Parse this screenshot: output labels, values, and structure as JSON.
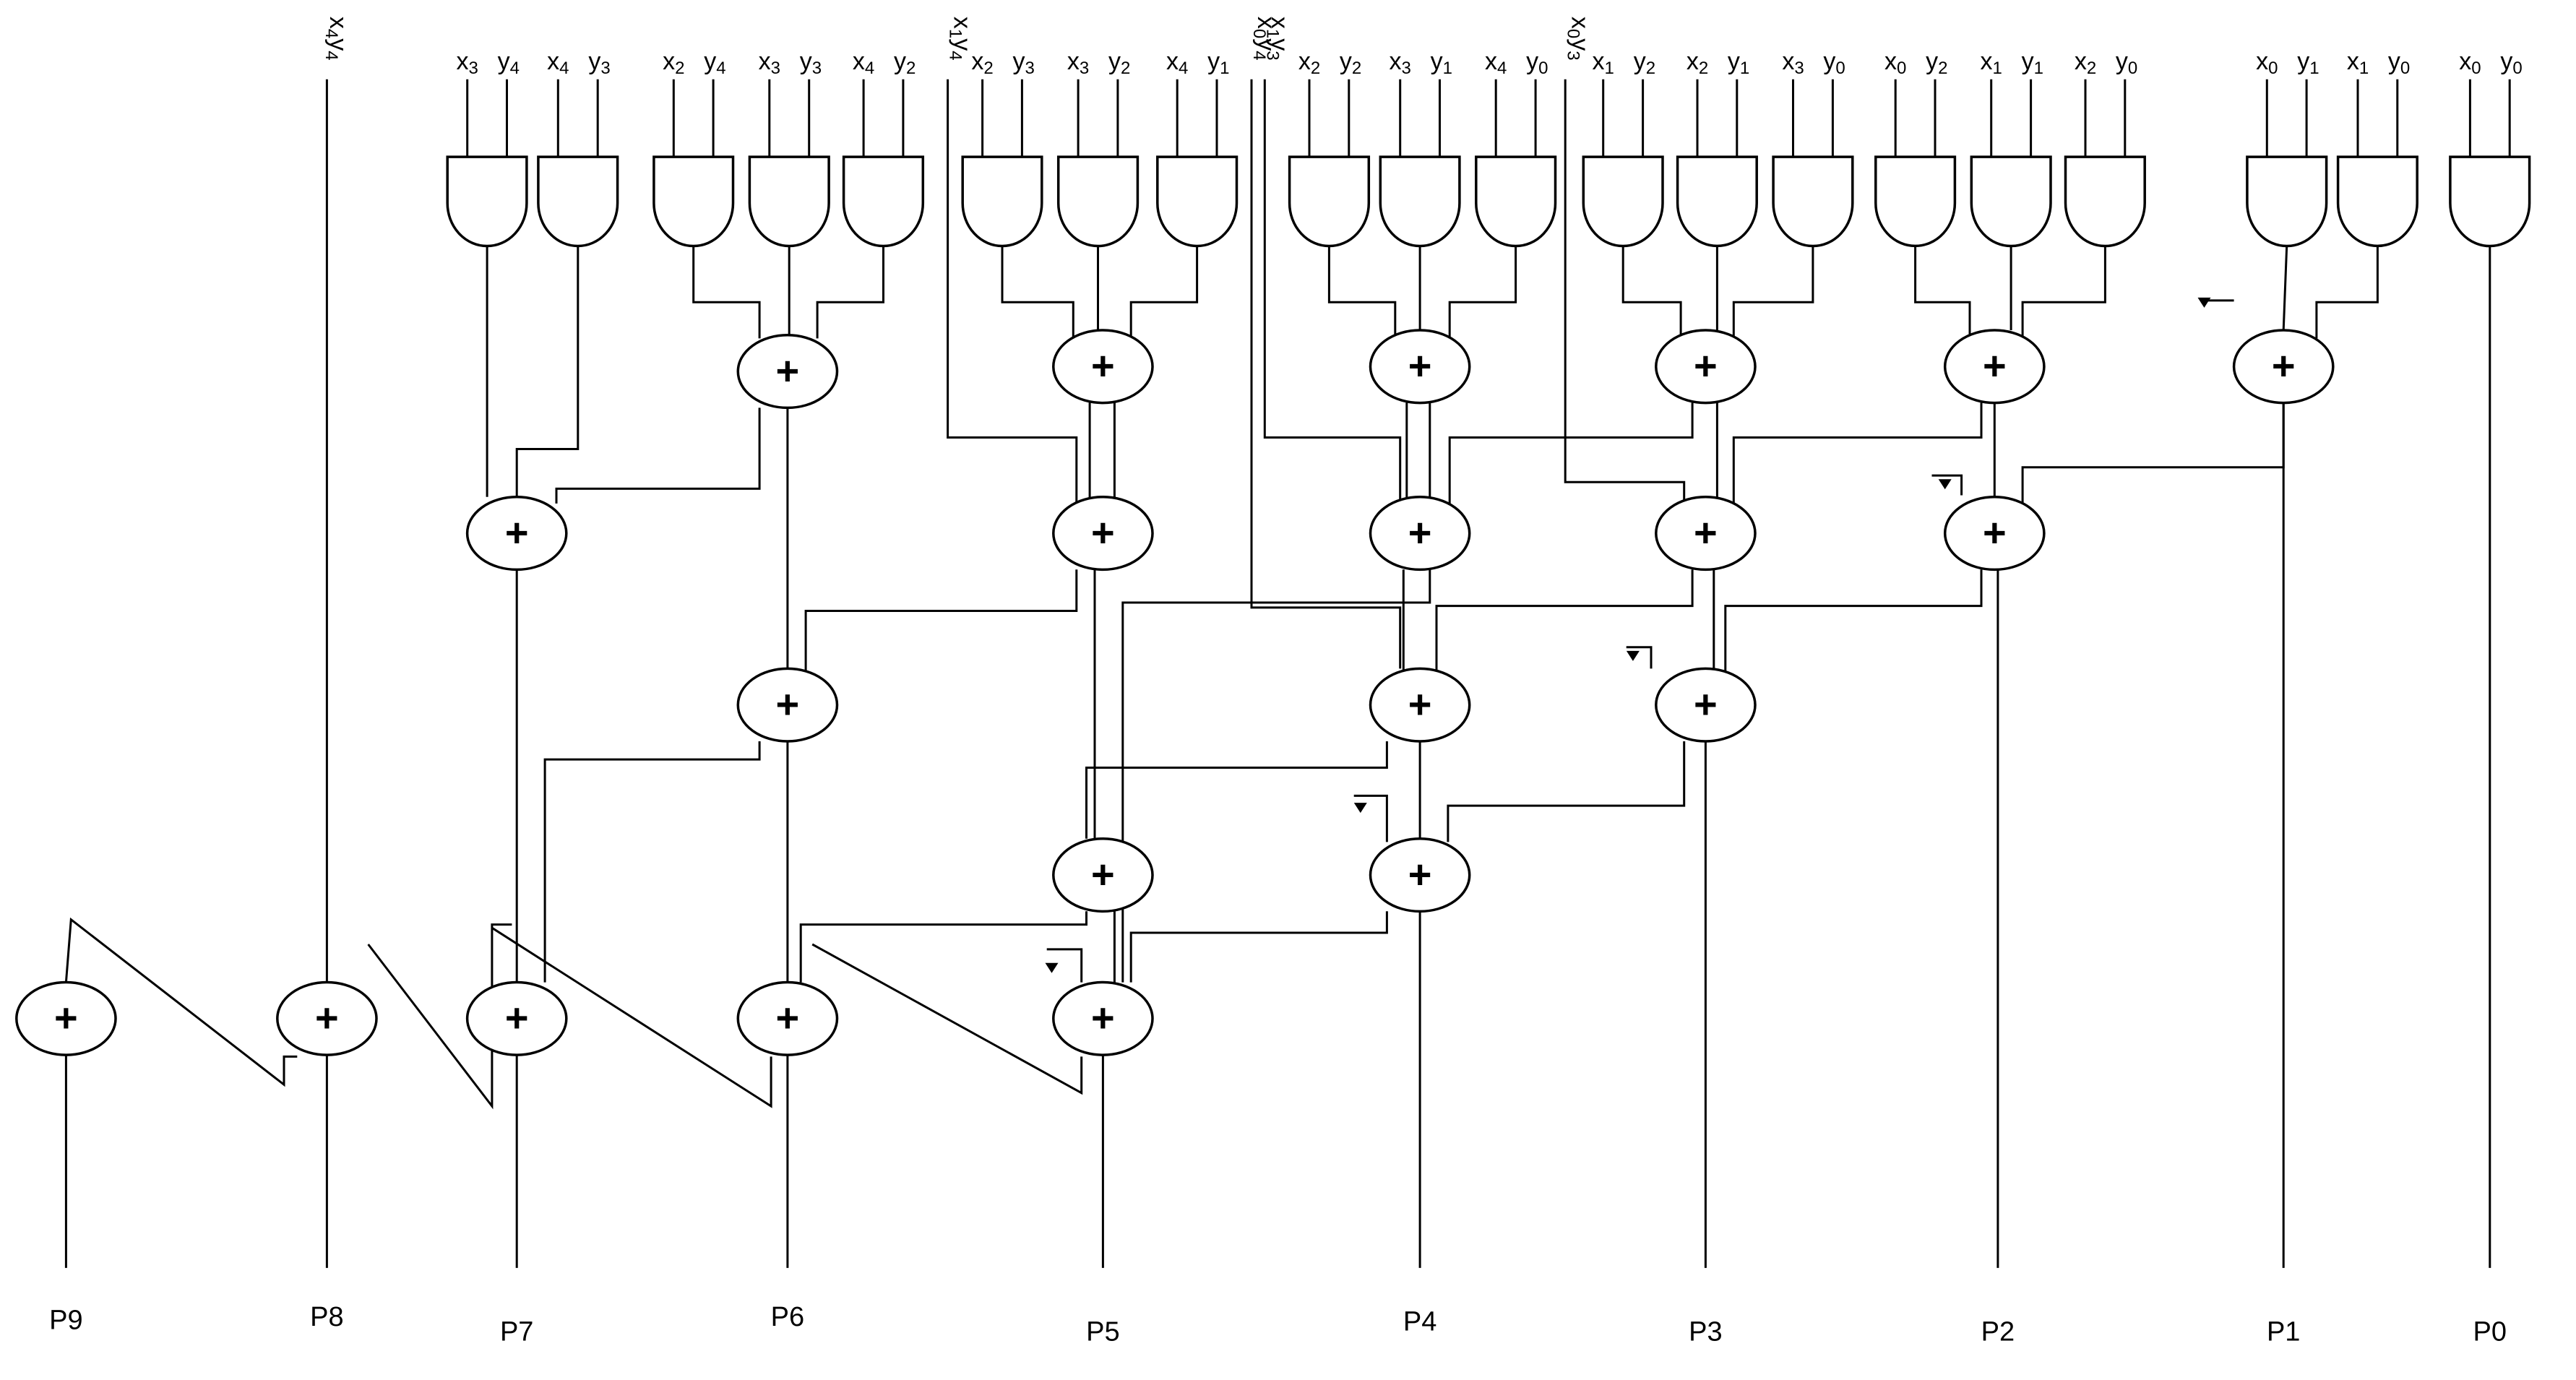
{
  "diagram": {
    "inputs": [
      {
        "x": "x",
        "xs": "3",
        "y": "y",
        "ys": "4"
      },
      {
        "x": "x",
        "xs": "4",
        "y": "y",
        "ys": "3"
      },
      {
        "x": "x",
        "xs": "2",
        "y": "y",
        "ys": "4"
      },
      {
        "x": "x",
        "xs": "3",
        "y": "y",
        "ys": "3"
      },
      {
        "x": "x",
        "xs": "4",
        "y": "y",
        "ys": "2"
      },
      {
        "x": "x",
        "xs": "2",
        "y": "y",
        "ys": "3"
      },
      {
        "x": "x",
        "xs": "3",
        "y": "y",
        "ys": "2"
      },
      {
        "x": "x",
        "xs": "4",
        "y": "y",
        "ys": "1"
      },
      {
        "x": "x",
        "xs": "2",
        "y": "y",
        "ys": "2"
      },
      {
        "x": "x",
        "xs": "3",
        "y": "y",
        "ys": "1"
      },
      {
        "x": "x",
        "xs": "4",
        "y": "y",
        "ys": "0"
      },
      {
        "x": "x",
        "xs": "1",
        "y": "y",
        "ys": "2"
      },
      {
        "x": "x",
        "xs": "2",
        "y": "y",
        "ys": "1"
      },
      {
        "x": "x",
        "xs": "3",
        "y": "y",
        "ys": "0"
      },
      {
        "x": "x",
        "xs": "0",
        "y": "y",
        "ys": "2"
      },
      {
        "x": "x",
        "xs": "1",
        "y": "y",
        "ys": "1"
      },
      {
        "x": "x",
        "xs": "2",
        "y": "y",
        "ys": "0"
      },
      {
        "x": "x",
        "xs": "0",
        "y": "y",
        "ys": "1"
      },
      {
        "x": "x",
        "xs": "1",
        "y": "y",
        "ys": "0"
      },
      {
        "x": "x",
        "xs": "0",
        "y": "y",
        "ys": "0"
      }
    ],
    "vertical_inputs": [
      {
        "x": "x",
        "xs": "4",
        "y": "y",
        "ys": "4"
      },
      {
        "x": "x",
        "xs": "1",
        "y": "y",
        "ys": "4"
      },
      {
        "x": "x",
        "xs": "0",
        "y": "y",
        "ys": "4"
      },
      {
        "x": "x",
        "xs": "1",
        "y": "y",
        "ys": "3"
      },
      {
        "x": "x",
        "xs": "0",
        "y": "y",
        "ys": "3"
      }
    ],
    "adder_symbol": "+",
    "outputs": [
      "P9",
      "P8",
      "P7",
      "P6",
      "P5",
      "P4",
      "P3",
      "P2",
      "P1",
      "P0"
    ]
  }
}
